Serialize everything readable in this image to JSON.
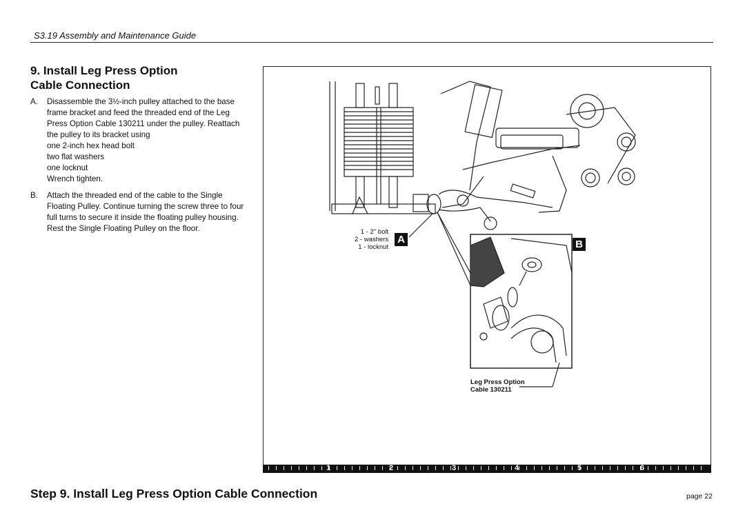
{
  "header": {
    "guide_title": "S3.19 Assembly and Maintenance Guide"
  },
  "section": {
    "heading_line1": "9. Install Leg Press Option",
    "heading_line2": "Cable Connection"
  },
  "steps": [
    {
      "letter": "A.",
      "text": "Disassemble the 3½-inch pulley attached to the base frame bracket and feed the threaded end of the Leg Press Option Cable 130211 under the pulley. Reattach the pulley to its bracket using",
      "sub_items": [
        "one 2-inch hex head bolt",
        "two flat washers",
        "one locknut",
        "Wrench tighten."
      ]
    },
    {
      "letter": "B.",
      "text": "Attach the threaded end of the cable to the Single Floating Pulley. Continue turning the screw three to four full turns to secure it inside the floating pulley housing. Rest the Single Floating Pulley on the floor."
    }
  ],
  "figure": {
    "callout_a_list": [
      "1 - 2\" bolt",
      "2 - washers",
      "1 - locknut"
    ],
    "callout_a": "A",
    "callout_b": "B",
    "cable_label_line1": "Leg Press Option",
    "cable_label_line2": "Cable 130211"
  },
  "ruler": {
    "numbers": [
      "1",
      "2",
      "3",
      "4",
      "5",
      "6"
    ]
  },
  "footer": {
    "title": "Step 9. Install Leg Press Option Cable Connection",
    "page": "page 22"
  }
}
